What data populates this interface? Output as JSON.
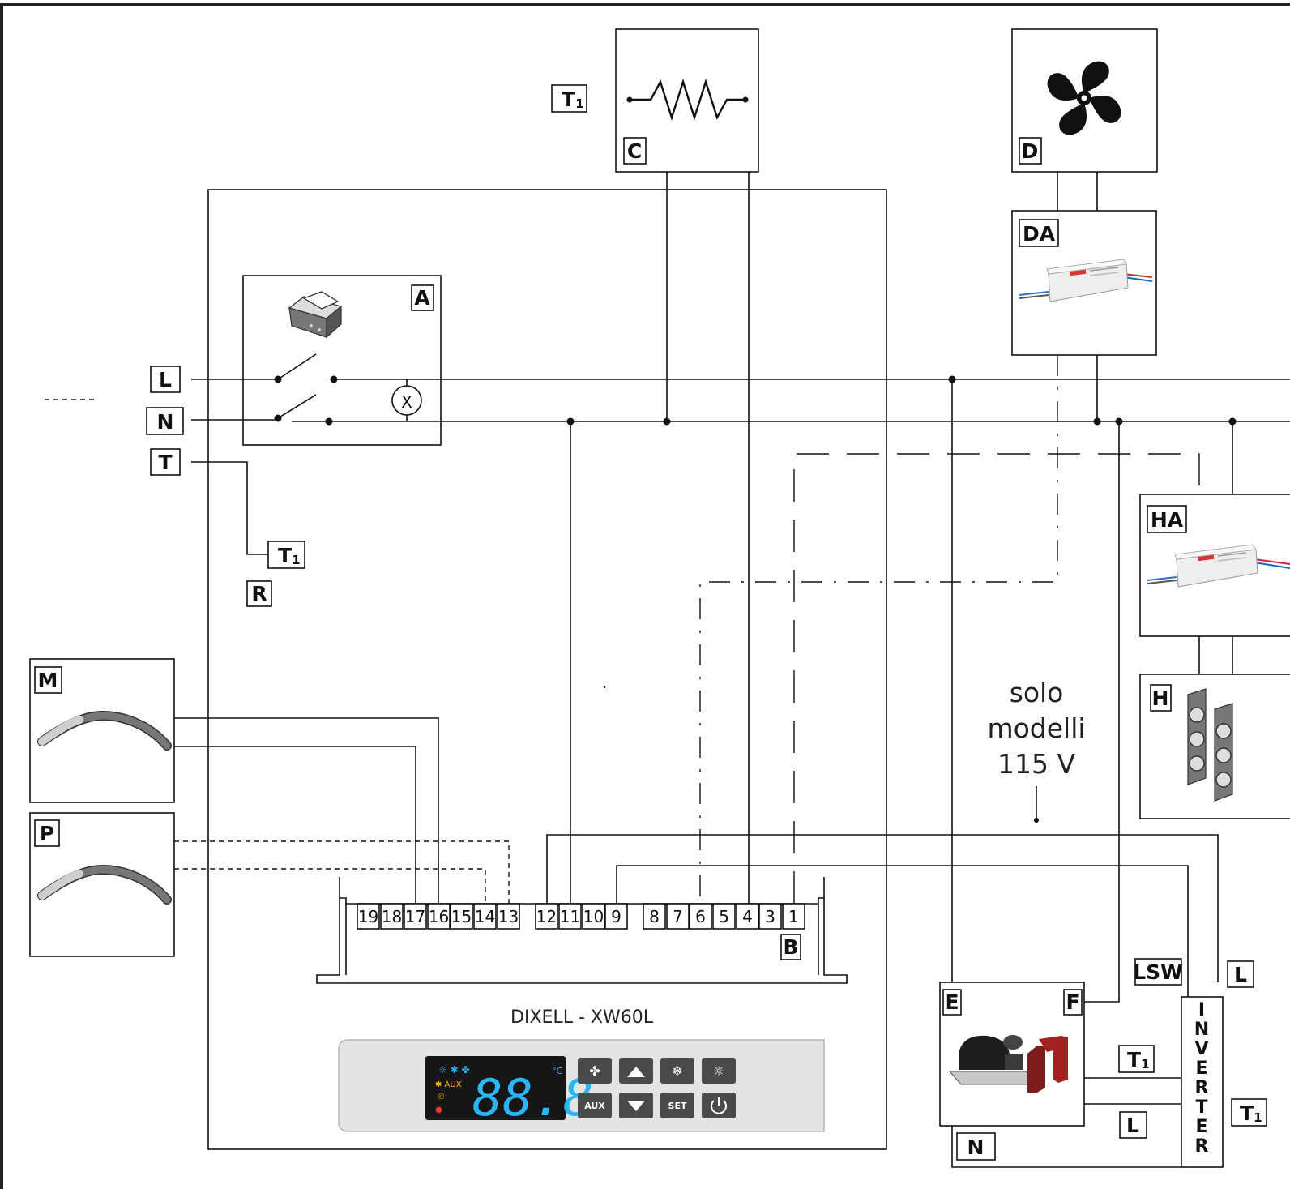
{
  "labels": {
    "L": "L",
    "N": "N",
    "T": "T",
    "T1": "T",
    "T1_sub": "1",
    "R": "R",
    "A": "A",
    "B": "B",
    "C": "C",
    "D": "D",
    "DA": "DA",
    "E": "E",
    "F": "F",
    "H": "H",
    "HA": "HA",
    "M": "M",
    "P": "P",
    "LSW": "LSW"
  },
  "lamp": "X",
  "terminals": [
    "19",
    "18",
    "17",
    "16",
    "15",
    "14",
    "13",
    "12",
    "11",
    "10",
    "9",
    "8",
    "7",
    "6",
    "5",
    "4",
    "3",
    "1"
  ],
  "note": {
    "line1": "solo",
    "line2": "modelli",
    "line3": "115 V"
  },
  "controller": {
    "model": "DIXELL - XW60L",
    "display": "88.8",
    "unit": "°C",
    "keys": {
      "aux": "AUX",
      "set": "SET"
    }
  },
  "inverter": [
    "I",
    "N",
    "V",
    "E",
    "R",
    "T",
    "E",
    "R"
  ]
}
